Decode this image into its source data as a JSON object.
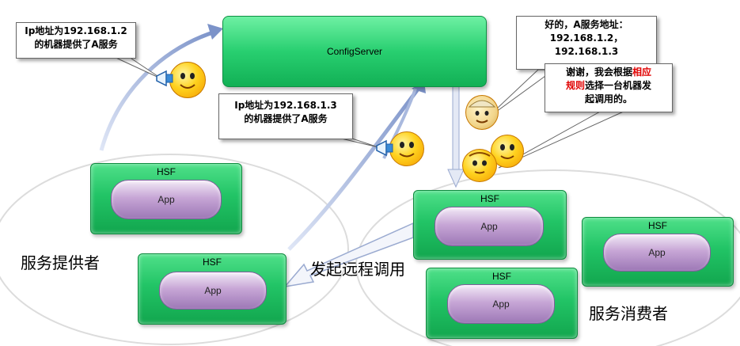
{
  "config_server": {
    "label": "ConfigServer"
  },
  "hsf_nodes": [
    {
      "title": "HSF",
      "app": "App"
    },
    {
      "title": "HSF",
      "app": "App"
    },
    {
      "title": "HSF",
      "app": "App"
    },
    {
      "title": "HSF",
      "app": "App"
    },
    {
      "title": "HSF",
      "app": "App"
    }
  ],
  "callouts": {
    "provider_1": [
      "Ip地址为192.168.1.2",
      "的机器提供了A服务"
    ],
    "provider_2": [
      "Ip地址为192.168.1.3",
      "的机器提供了A服务"
    ],
    "reply": [
      "好的，A服务地址：",
      "192.168.1.2，",
      "192.168.1.3"
    ],
    "thanks_line1": "谢谢，我会根据",
    "thanks_red1": "相应",
    "thanks_red2": "规则",
    "thanks_line2": "选择一台机器发",
    "thanks_line3": "起调用的。"
  },
  "labels": {
    "providers": "服务提供者",
    "consumers": "服务消费者",
    "remote_call": "发起远程调用"
  },
  "colors": {
    "hsf_green": "#22c466",
    "app_purple": "#b08bc8",
    "arrow_blue": "#7c93c9",
    "highlight_red": "#e00000"
  }
}
